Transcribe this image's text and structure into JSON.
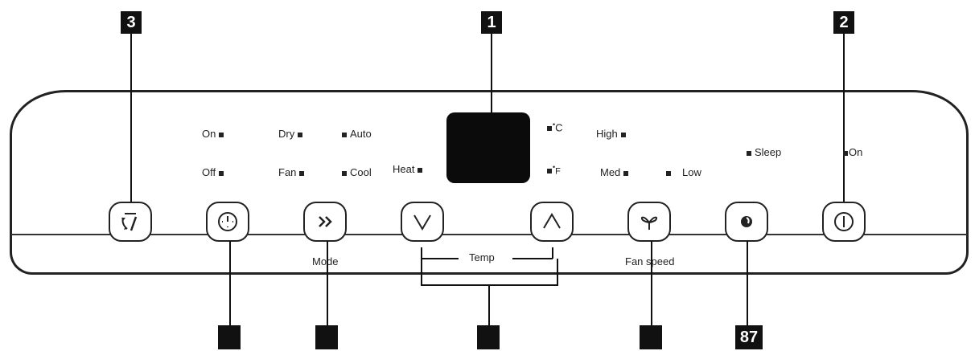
{
  "callouts": {
    "display": "1",
    "power": "2",
    "swing": "3",
    "sleep": "87"
  },
  "indicators": {
    "timer_on": "On",
    "timer_off": "Off",
    "dry": "Dry",
    "fan": "Fan",
    "auto": "Auto",
    "cool": "Cool",
    "heat": "Heat",
    "celsius": "C",
    "fahrenheit": "F",
    "high": "High",
    "med": "Med",
    "low": "Low",
    "sleep": "Sleep",
    "power_on": "On"
  },
  "labels": {
    "mode": "Mode",
    "temp": "Temp",
    "fan_speed": "Fan speed"
  },
  "icons": [
    "swing-icon",
    "timer-icon",
    "mode-icon",
    "temp-down-icon",
    "temp-up-icon",
    "fan-icon",
    "sleep-icon",
    "power-icon"
  ]
}
